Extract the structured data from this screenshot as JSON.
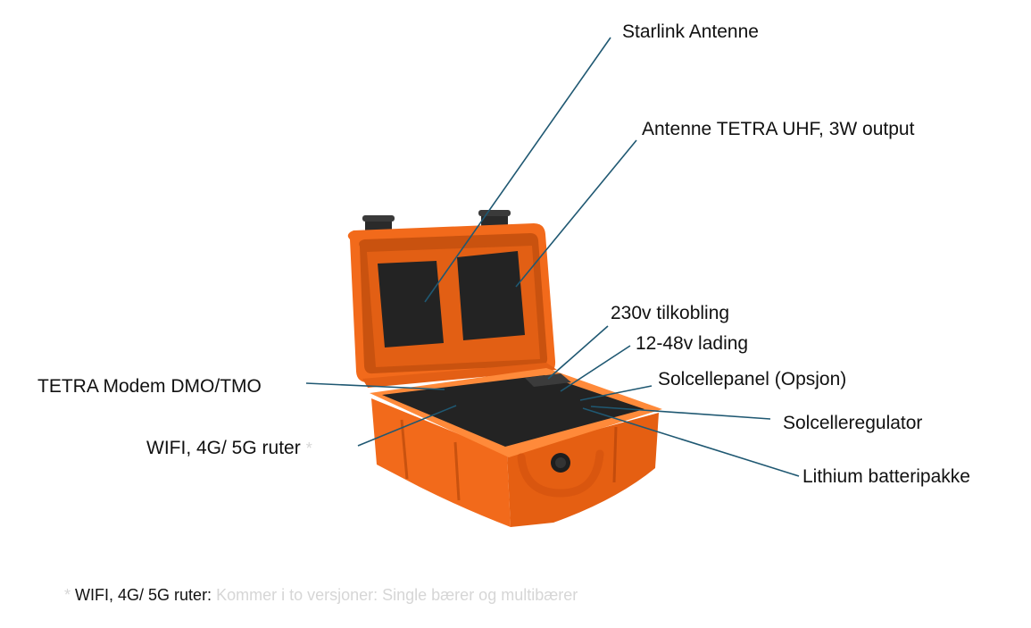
{
  "labels": {
    "starlink": "Starlink Antenne",
    "tetra_antenna": "Antenne TETRA UHF, 3W output",
    "power_230v": "230v tilkobling",
    "charging": "12-48v lading",
    "solar_panel": "Solcellepanel (Opsjon)",
    "tetra_modem": "TETRA Modem DMO/TMO",
    "solar_regulator": "Solcelleregulator",
    "router": "WIFI, 4G/ 5G ruter",
    "router_marker": "*",
    "battery": "Lithium batteripakke"
  },
  "footnote": {
    "marker": "*",
    "term": "WIFI, 4G/ 5G ruter:",
    "text": "Kommer i to versjoner: Single bærer og multibærer"
  },
  "colors": {
    "leader_line": "#1f5872",
    "case_orange": "#f26a1b",
    "case_orange_dark": "#c9520f",
    "case_orange_light": "#ff8a3a",
    "foam": "#232323",
    "text": "#111111",
    "faded_text": "#d6d6d6"
  },
  "icons": {
    "case": "orange-hard-case-illustration"
  }
}
